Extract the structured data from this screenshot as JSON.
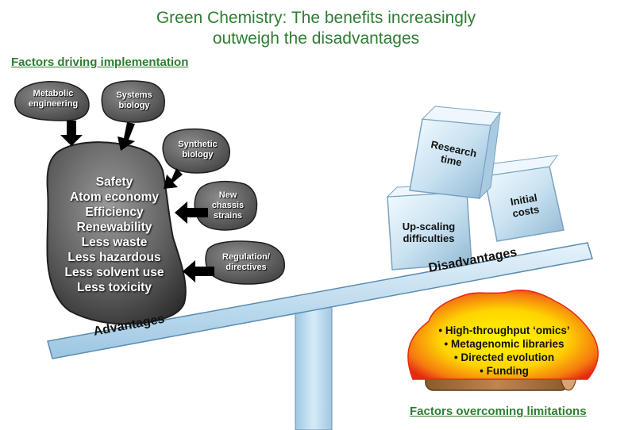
{
  "title": {
    "line1": "Green Chemistry: The benefits increasingly",
    "line2": "outweigh the disadvantages"
  },
  "factors_driving": {
    "heading": "Factors driving implementation",
    "stones": [
      {
        "label": "Metabolic\nengineering"
      },
      {
        "label": "Systems\nbiology"
      },
      {
        "label": "Synthetic\nbiology"
      },
      {
        "label": "New\nchassis\nstrains"
      },
      {
        "label": "Regulation/\ndirectives"
      }
    ]
  },
  "advantages_rock": {
    "items": [
      "Safety",
      "Atom economy",
      "Efficiency",
      "Renewability",
      "Less waste",
      "Less hazardous",
      "Less solvent use",
      "Less toxicity"
    ]
  },
  "scale": {
    "left_label": "Advantages",
    "right_label": "Disadvantages"
  },
  "ice_cubes": [
    {
      "label": "Research\ntime"
    },
    {
      "label": "Up-scaling\ndifficulties"
    },
    {
      "label": "Initial\ncosts"
    }
  ],
  "factors_overcoming": {
    "heading": "Factors overcoming limitations",
    "items": [
      "• High-throughput ‘omics’",
      "• Metagenomic libraries",
      "• Directed evolution",
      "• Funding"
    ]
  },
  "colors": {
    "title_green": "#2e7d32",
    "beam_blue": "#b9d9ef",
    "rock_gray": "#6b6b6b",
    "fire_yellow": "#ffee00",
    "fire_red": "#e52a12"
  }
}
